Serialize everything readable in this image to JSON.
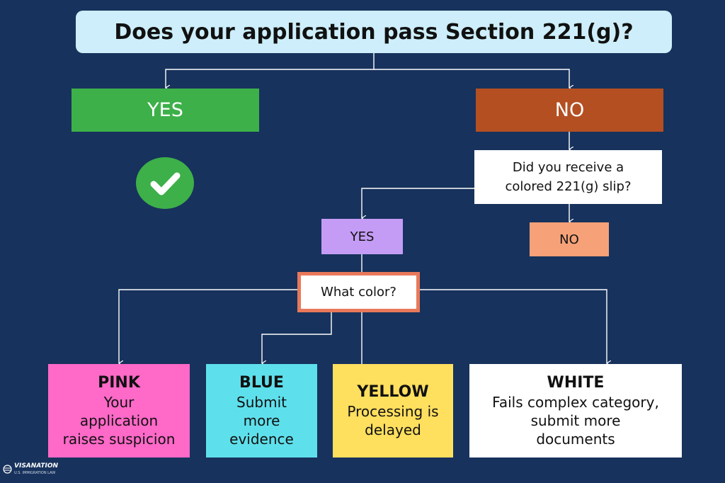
{
  "title": "Does your application pass Section 221(g)?",
  "yes_main": "YES",
  "no_main": "NO",
  "check_icon": "check-circle-icon",
  "slip_question": {
    "line1": "Did you receive a",
    "line2": "colored 221(g) slip?"
  },
  "yes_sub": "YES",
  "no_sub": "NO",
  "color_question": "What color?",
  "cards": {
    "pink": {
      "head": "PINK",
      "lines": [
        "Your",
        "application",
        "raises suspicion"
      ]
    },
    "blue": {
      "head": "BLUE",
      "lines": [
        "Submit",
        "more",
        "evidence"
      ]
    },
    "yellow": {
      "head": "YELLOW",
      "lines": [
        "Processing is",
        "delayed"
      ]
    },
    "white": {
      "head": "WHITE",
      "lines": [
        "Fails complex category,",
        "submit more",
        "documents"
      ]
    }
  },
  "logo": {
    "name": "VISANATION",
    "tagline": "U.S. IMMIGRATION LAW"
  },
  "colors": {
    "background": "#17325c",
    "title_bg": "#cdeefa",
    "yes": "#3db049",
    "no": "#b44f22",
    "yes_sub": "#c49cf5",
    "no_sub": "#f6a178",
    "what_color_border": "#e8795a",
    "pink": "#ff69c8",
    "blue": "#5ee0ec",
    "yellow": "#ffdf5e",
    "white": "#ffffff"
  }
}
